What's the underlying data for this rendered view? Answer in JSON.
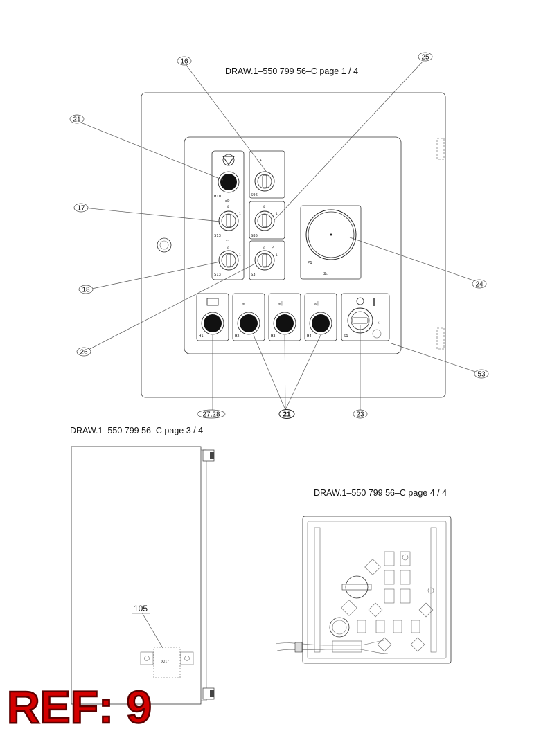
{
  "titles": {
    "page1": "DRAW.1–550 799 56–C page 1 / 4",
    "page3": "DRAW.1–550 799 56–C page 3 / 4",
    "page4": "DRAW.1–550 799 56–C page 4 / 4"
  },
  "callouts": {
    "c16": "16",
    "c25": "25",
    "c21_top": "21",
    "c17": "17",
    "c18": "18",
    "c24": "24",
    "c26": "26",
    "c53": "53",
    "c2728": "27,28",
    "c21_bottom": "21",
    "c23": "23"
  },
  "labels": {
    "h10": "H10",
    "s96": "S96",
    "s13a": "S13",
    "s85": "S85",
    "s13b": "S13",
    "s3": "S3",
    "p1": "P1",
    "h1": "H1",
    "h2": "H2",
    "h3": "H3",
    "h4": "H4",
    "s1": "S1",
    "pos0a": "0",
    "pos1a": "1",
    "pos0b": "0",
    "pos1b": "1",
    "pos0c": "0",
    "pos1c": "1",
    "pos0d": "0",
    "pos1d": "1",
    "part105": "105",
    "x217": "X217"
  },
  "reference": "REF: 9"
}
